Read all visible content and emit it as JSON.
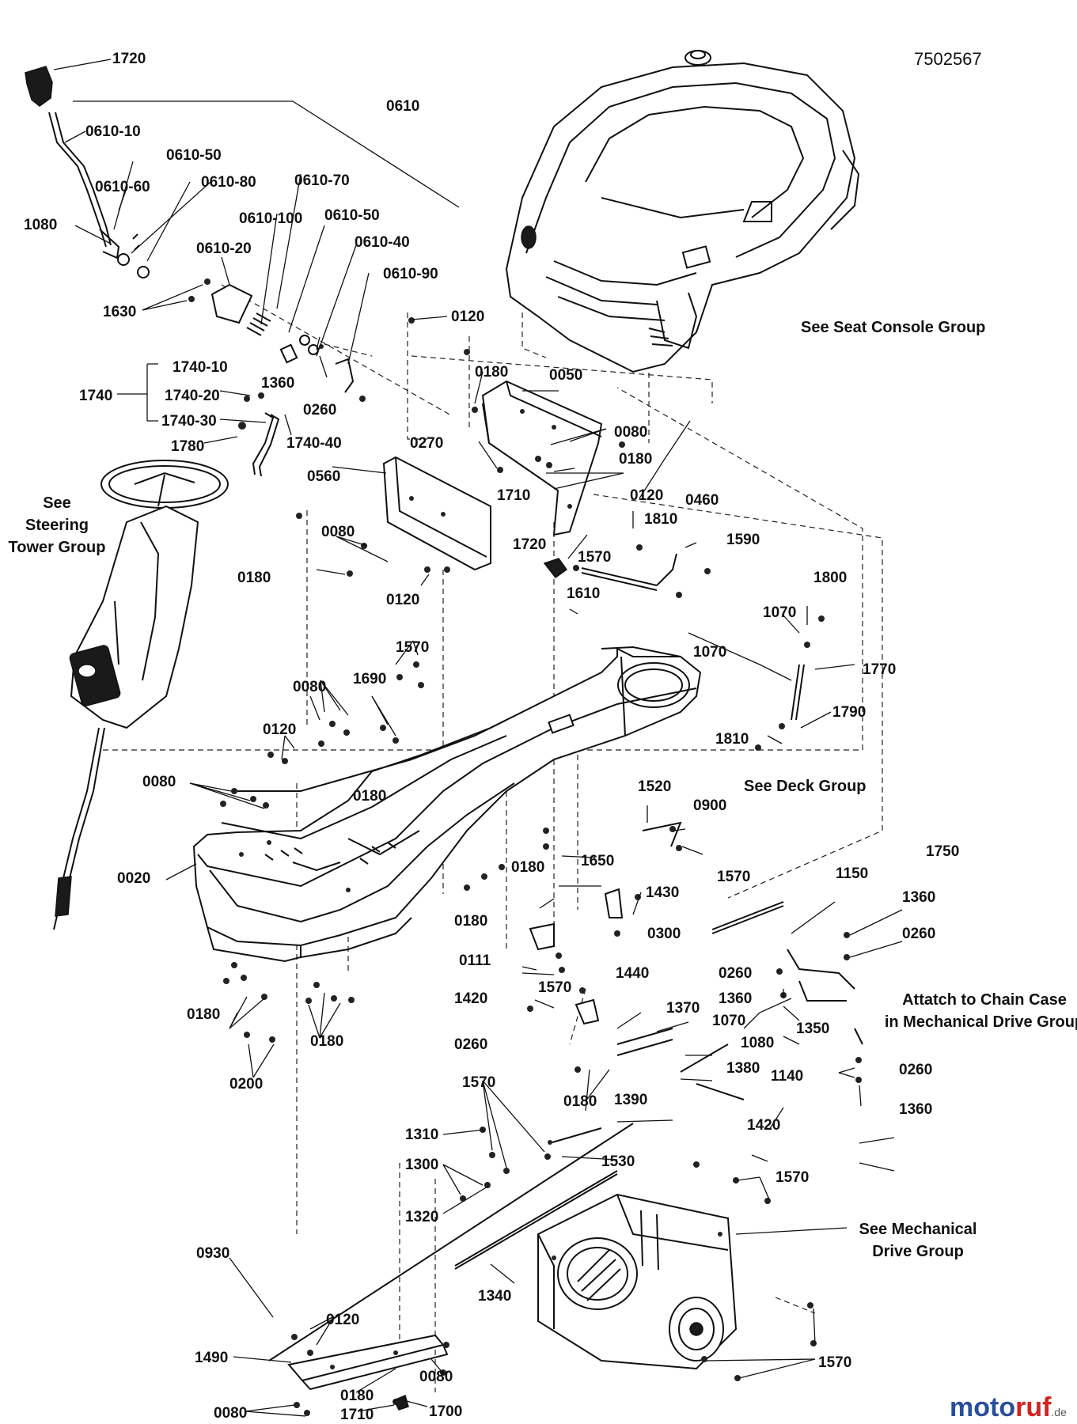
{
  "reference_number": "7502567",
  "watermark": {
    "text_a": "moto",
    "text_b": "ruf",
    "suffix": ".de"
  },
  "notes": {
    "seat_console": "See Seat Console Group",
    "steering_line1": "See",
    "steering_line2": "Steering",
    "steering_line3": "Tower Group",
    "deck": "See Deck Group",
    "chain_case_line1": "Attatch to Chain  Case",
    "chain_case_line2": "in Mechanical Drive Group",
    "mech_drive_line1": "See Mechanical",
    "mech_drive_line2": "Drive Group"
  },
  "parts": {
    "p1720_top": "1720",
    "p0610": "0610",
    "p0610_10": "0610-10",
    "p0610_50a": "0610-50",
    "p0610_60": "0610-60",
    "p0610_80": "0610-80",
    "p0610_70": "0610-70",
    "p0610_100": "0610-100",
    "p0610_50b": "0610-50",
    "p0610_40": "0610-40",
    "p0610_90": "0610-90",
    "p0610_20": "0610-20",
    "p1080_top": "1080",
    "p1630": "1630",
    "p1360_top": "1360",
    "p0260_top": "0260",
    "p1740": "1740",
    "p1740_10": "1740-10",
    "p1740_20": "1740-20",
    "p1740_30": "1740-30",
    "p1740_40": "1740-40",
    "p1780": "1780",
    "p0120_a": "0120",
    "p0180_a": "0180",
    "p0050": "0050",
    "p0080_a": "0080",
    "p0270": "0270",
    "p0180_b": "0180",
    "p0560": "0560",
    "p1710_a": "1710",
    "p0120_b": "0120",
    "p0460": "0460",
    "p1810_a": "1810",
    "p1720_mid": "1720",
    "p1570_a": "1570",
    "p1590": "1590",
    "p0080_b": "0080",
    "p0180_c": "0180",
    "p0120_c": "0120",
    "p1610": "1610",
    "p1800": "1800",
    "p1070_a": "1070",
    "p1070_b": "1070",
    "p1770": "1770",
    "p1790": "1790",
    "p1810_b": "1810",
    "p1570_b": "1570",
    "p1690": "1690",
    "p0080_c": "0080",
    "p0120_d": "0120",
    "p0180_d": "0180",
    "p0080_d": "0080",
    "p0020": "0020",
    "p1520": "1520",
    "p0900": "0900",
    "p1650": "1650",
    "p0180_e": "0180",
    "p1570_c": "1570",
    "p0180_f": "0180",
    "p1430": "1430",
    "p0300": "0300",
    "p1150": "1150",
    "p1750": "1750",
    "p1360_a": "1360",
    "p0260_a": "0260",
    "p0111": "0111",
    "p1570_d": "1570",
    "p0260_b": "0260",
    "p1360_b": "1360",
    "p1350": "1350",
    "p1440": "1440",
    "p1420_a": "1420",
    "p1370": "1370",
    "p1070_c": "1070",
    "p0260_c": "0260",
    "p1080_b": "1080",
    "p1380": "1380",
    "p1140": "1140",
    "p0260_d": "0260",
    "p1360_c": "1360",
    "p0180_g": "0180",
    "p1390": "1390",
    "p1420_b": "1420",
    "p0180_h": "0180",
    "p0180_i": "0180",
    "p0200": "0200",
    "p1570_e": "1570",
    "p1310": "1310",
    "p1300": "1300",
    "p1530": "1530",
    "p1570_f": "1570",
    "p1320": "1320",
    "p0930": "0930",
    "p1340": "1340",
    "p0120_e": "0120",
    "p1490": "1490",
    "p0080_e": "0080",
    "p0180_j": "0180",
    "p0080_f": "0080",
    "p1710_b": "1710",
    "p1700": "1700",
    "p1570_g": "1570"
  }
}
